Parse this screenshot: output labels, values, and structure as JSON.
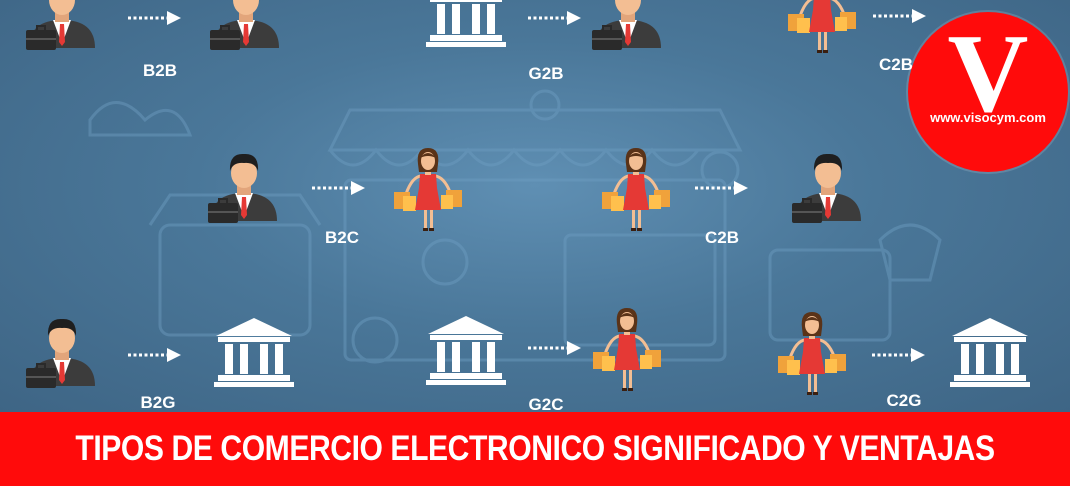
{
  "relations": {
    "b2b": "B2B",
    "g2b": "G2B",
    "c2b_top": "C2B",
    "b2c": "B2C",
    "c2b": "C2B",
    "b2g": "B2G",
    "g2c": "G2C",
    "c2g": "C2G"
  },
  "icons": {
    "business": "businessman-icon",
    "government": "government-building-icon",
    "consumer": "shopper-woman-icon",
    "arrow": "dashed-arrow-icon"
  },
  "colors": {
    "background": "#4a7799",
    "banner": "#ff0b0b",
    "logo": "#ff0b0b",
    "text": "#ffffff"
  },
  "banner": {
    "title": "TIPOS DE COMERCIO ELECTRONICO SIGNIFICADO Y VENTAJAS"
  },
  "logo": {
    "letter": "V",
    "url": "www.visocym.com"
  }
}
